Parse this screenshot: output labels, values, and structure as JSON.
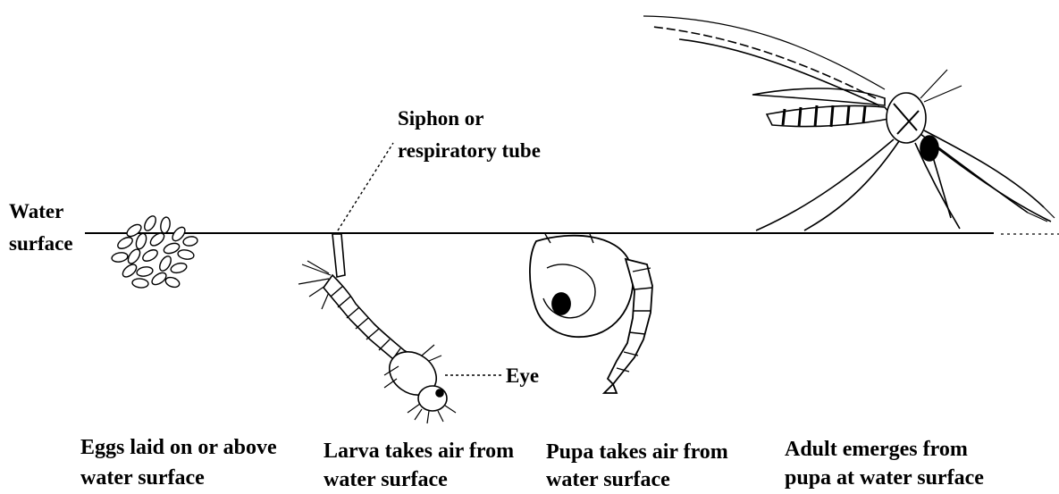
{
  "labels": {
    "water_surface_line1": "Water",
    "water_surface_line2": "surface",
    "siphon_line1": "Siphon or",
    "siphon_line2": "respiratory tube",
    "eye": "Eye"
  },
  "captions": [
    {
      "line1": "Eggs laid on or above",
      "line2": "water surface"
    },
    {
      "line1": "Larva takes air from",
      "line2": "water surface"
    },
    {
      "line1": "Pupa takes air from",
      "line2": "water surface"
    },
    {
      "line1": "Adult emerges from",
      "line2": "pupa at water surface"
    }
  ],
  "colors": {
    "ink": "#000000",
    "background": "#ffffff"
  }
}
